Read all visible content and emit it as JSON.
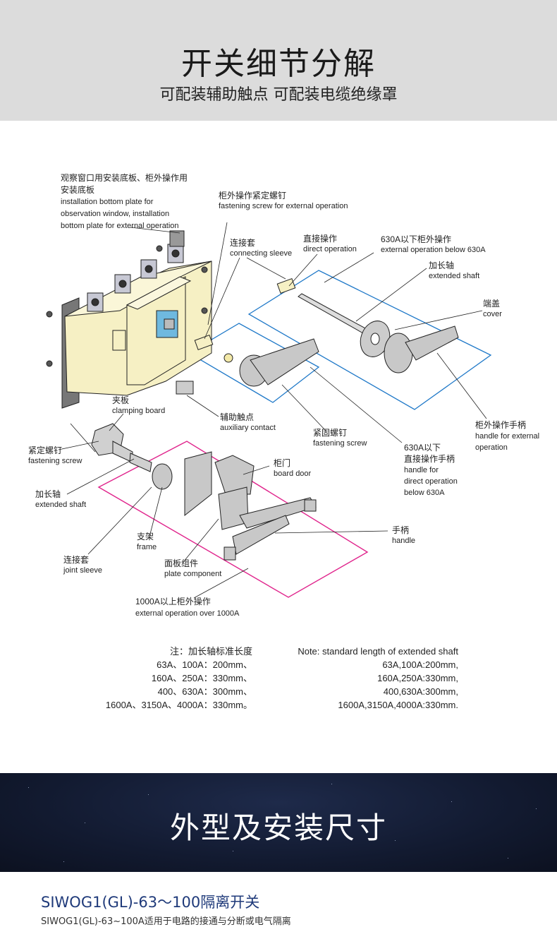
{
  "header": {
    "title": "开关细节分解",
    "subtitle": "可配装辅助触点  可配装电缆绝缘罩"
  },
  "labels": {
    "install_plate_cn1": "观察窗口用安装底板、柜外操作用",
    "install_plate_cn2": "安装底板",
    "install_plate_en1": "installation   bottom   plate   for",
    "install_plate_en2": "observation   window,   installation",
    "install_plate_en3": "bottom plate for external operation",
    "ext_screw_cn": "柜外操作紧定螺钉",
    "ext_screw_en": "fastening screw for external operation",
    "conn_sleeve_cn": "连接套",
    "conn_sleeve_en": "connecting sleeve",
    "direct_op_cn": "直接操作",
    "direct_op_en": "direct operation",
    "ext_below630_cn": "630A以下柜外操作",
    "ext_below630_en": "external operation below 630A",
    "ext_shaft_cn": "加长轴",
    "ext_shaft_en": "extended shaft",
    "cover_cn": "端盖",
    "cover_en": "cover",
    "clamp_cn": "夹板",
    "clamp_en": "clamping board",
    "aux_cn": "辅助触点",
    "aux_en": "auxiliary contact",
    "fasten_screw2_cn": "紧固螺钉",
    "fasten_screw2_en": "fastening screw",
    "fasten_screw1_cn": "紧定螺钉",
    "fasten_screw1_en": "fastening screw",
    "ext_handle_cn": "柜外操作手柄",
    "ext_handle_en1": "handle for external",
    "ext_handle_en2": "operation",
    "direct_handle_cn1": "630A以下",
    "direct_handle_cn2": "直接操作手柄",
    "direct_handle_en1": "handle for",
    "direct_handle_en2": "direct operation",
    "direct_handle_en3": "below 630A",
    "board_door_cn": "柜门",
    "board_door_en": "board door",
    "ext_shaft2_cn": "加长轴",
    "ext_shaft2_en": "extended shaft",
    "handle_cn": "手柄",
    "handle_en": "handle",
    "frame_cn": "支架",
    "frame_en": "frame",
    "joint_sleeve_cn": "连接套",
    "joint_sleeve_en": "joint sleeve",
    "plate_comp_cn": "面板组件",
    "plate_comp_en": "plate component",
    "over1000_cn": "1000A以上柜外操作",
    "over1000_en": "external operation over 1000A"
  },
  "note": {
    "cn": [
      "注：加长轴标准长度",
      "63A、100A：200mm、",
      "160A、250A：330mm、",
      "400、630A：300mm、",
      "1600A、3150A、4000A：330mm。"
    ],
    "en": [
      "Note: standard length of extended shaft",
      "63A,100A:200mm,",
      "160A,250A:330mm,",
      "400,630A:300mm,",
      "1600A,3150A,4000A:330mm."
    ]
  },
  "section2": {
    "title": "外型及安装尺寸",
    "product_title": "SIWOG1(GL)-63～100隔离开关",
    "product_desc": "SIWOG1(GL)-63~100A适用于电路的接通与分断或电气隔离"
  },
  "colors": {
    "header_bg": "#dcdcdc",
    "switch_body": "#f6f0c4",
    "blue_frame": "#1e78c8",
    "magenta_frame": "#e0248c",
    "band_bg": "#121a30",
    "product_title": "#1f3a7a"
  }
}
